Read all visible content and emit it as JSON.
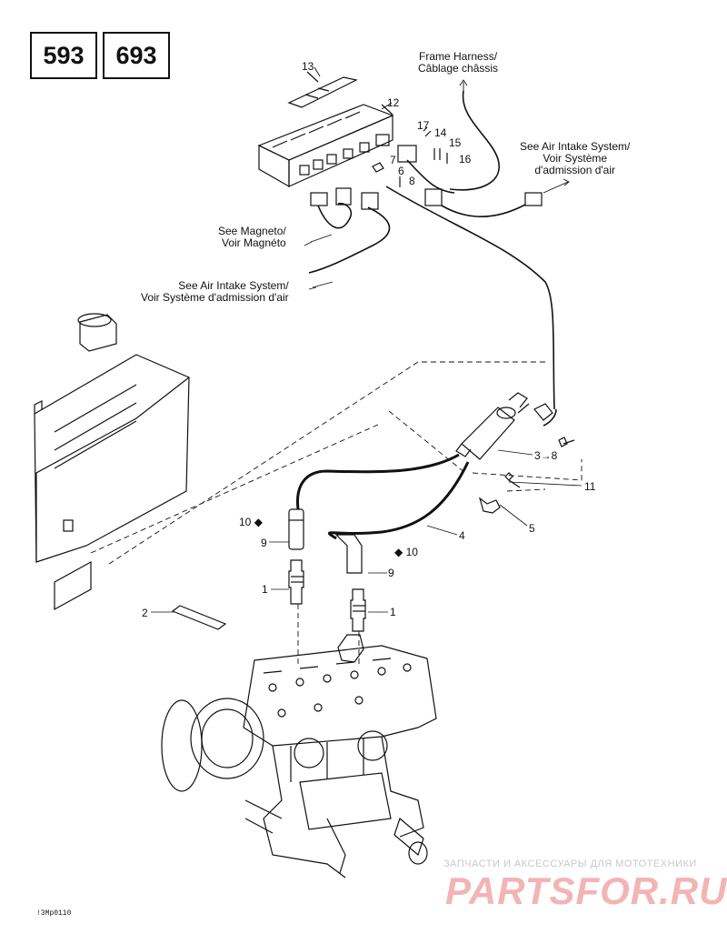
{
  "header": {
    "models": [
      "593",
      "693"
    ]
  },
  "callouts": {
    "frame_harness": [
      "Frame Harness/",
      "Câblage châssis"
    ],
    "air_intake_top": [
      "See Air Intake System/",
      "Voir Système",
      "d'admission d'air"
    ],
    "magneto": [
      "See Magneto/",
      "Voir Magnéto"
    ],
    "air_intake_left": [
      "See Air Intake System/",
      "Voir Système d'admission d'air"
    ]
  },
  "part_numbers": {
    "p13": "13",
    "p12": "12",
    "p17": "17",
    "p14": "14",
    "p15": "15",
    "p16": "16",
    "p7": "7",
    "p6": "6",
    "p8": "8",
    "p3to8": "3→8",
    "p11": "11",
    "p5": "5",
    "p4": "4",
    "p10a": "10",
    "p10b": "10",
    "p9a": "9",
    "p9b": "9",
    "p1a": "1",
    "p1b": "1",
    "p2": "2"
  },
  "figure_code": "!3Mp0110",
  "watermark": {
    "tagline": "ЗАПЧАСТИ И АКСЕССУАРЫ ДЛЯ МОТОТЕХНИКИ",
    "brand": "PARTSFOR.RU"
  },
  "colors": {
    "line": "#111111",
    "watermark_red": "#dc2828"
  }
}
